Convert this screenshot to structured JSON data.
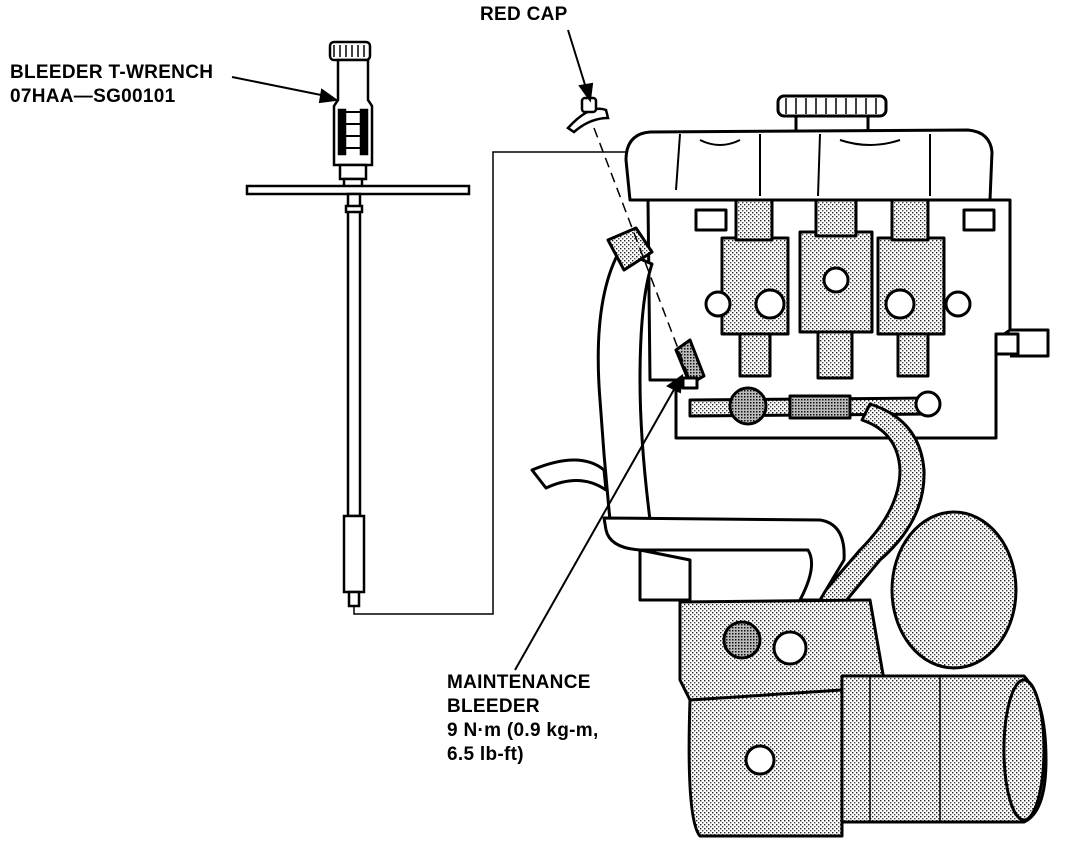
{
  "labels": {
    "tool_name": "BLEEDER T-WRENCH",
    "tool_part_number": "07HAA—SG00101",
    "red_cap": "RED CAP",
    "maintenance_bleeder": "MAINTENANCE",
    "maintenance_bleeder_2": "BLEEDER",
    "torque_line1": "9 N·m (0.9 kg-m,",
    "torque_line2": "6.5 lb-ft)"
  },
  "colors": {
    "ink": "#000000",
    "paper": "#ffffff",
    "stipple": "#9a9a9a"
  }
}
